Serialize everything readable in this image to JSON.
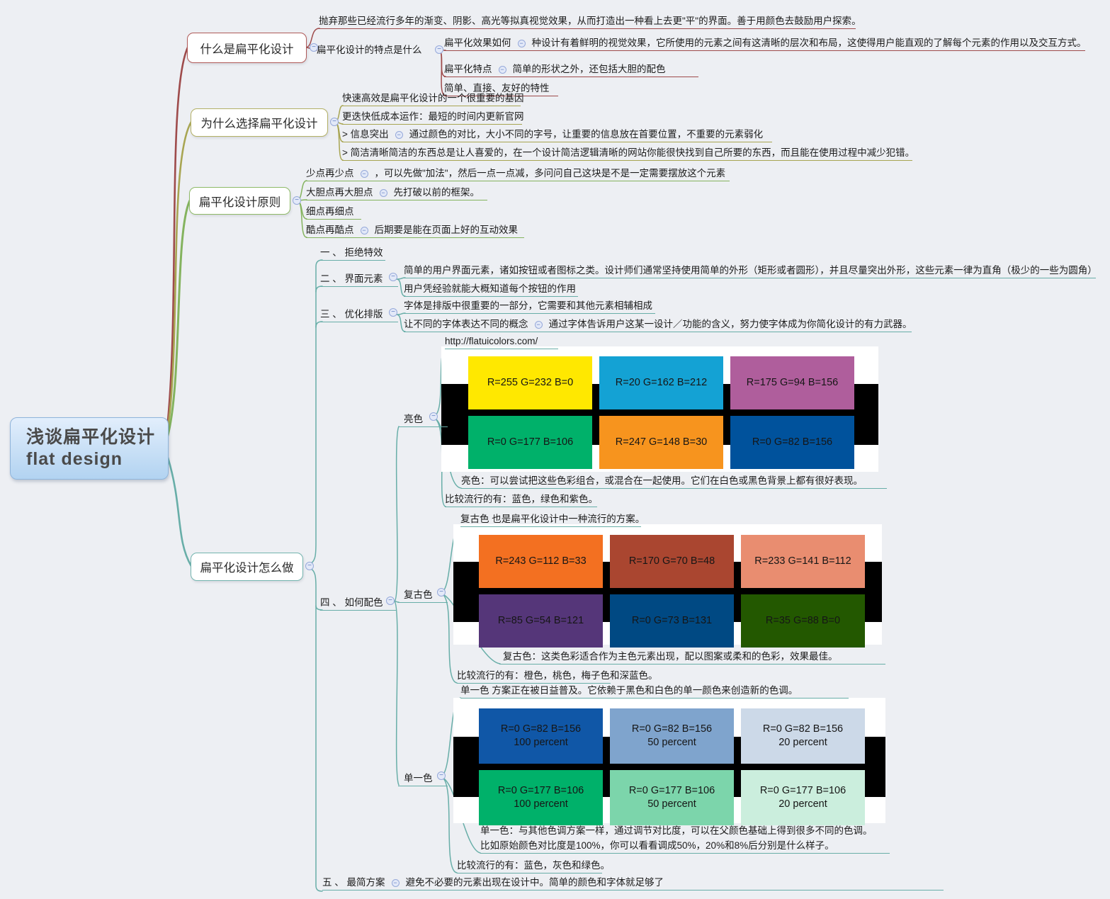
{
  "root": {
    "line1": "浅谈扁平化设计",
    "line2": "flat design"
  },
  "b1": {
    "node": "什么是扁平化设计",
    "summary": "抛弃那些已经流行多年的渐变、阴影、高光等拟真视觉效果，从而打造出一种看上去更\"平\"的界面。善于用颜色去鼓励用户探索。",
    "features_label": "扁平化设计的特点是什么",
    "t2_label": "扁平化效果如何",
    "t2_rest": "种设计有着鲜明的视觉效果，它所使用的元素之间有这清晰的层次和布局，这使得用户能直观的了解每个元素的作用以及交互方式。",
    "t3_label": "扁平化特点",
    "t3_rest": "简单的形状之外，还包括大胆的配色",
    "t4": "简单、直接、友好的特性"
  },
  "b2": {
    "node": "为什么选择扁平化设计",
    "c1": "快速高效是扁平化设计的一个很重要的基因",
    "c2": "更迭快低成本运作：最短的时间内更新官网",
    "c3_label": "> 信息突出",
    "c3_rest": "通过颜色的对比，大小不同的字号，让重要的信息放在首要位置，不重要的元素弱化",
    "c4": "> 简洁清晰简洁的东西总是让人喜爱的，在一个设计简洁逻辑清晰的网站你能很快找到自己所要的东西，而且能在使用过程中减少犯错。"
  },
  "b3": {
    "node": "扁平化设计原则",
    "c1_label": "少点再少点",
    "c1_rest": "，可以先做\"加法\"，然后一点一点减，多问问自己这块是不是一定需要摆放这个元素",
    "c2_label": "大胆点再大胆点",
    "c2_rest": "先打破以前的框架。",
    "c3": "细点再细点",
    "c4_label": "酷点再酷点",
    "c4_rest": "后期要是能在页面上好的互动效果"
  },
  "b4": {
    "node": "扁平化设计怎么做",
    "i1": "一 、 拒绝特效",
    "i2": "二 、 界面元素",
    "i2c1": "简单的用户界面元素，诸如按钮或者图标之类。设计师们通常坚持使用简单的外形（矩形或者圆形），并且尽量突出外形，这些元素一律为直角（极少的一些为圆角）",
    "i2c2": "用户凭经验就能大概知道每个按钮的作用",
    "i3": "三 、 优化排版",
    "i3c1": "字体是排版中很重要的一部分，它需要和其他元素相辅相成",
    "i3c2_label": "让不同的字体表达不同的概念",
    "i3c2_rest": "通过字体告诉用户这某一设计／功能的含义，努力使字体成为你简化设计的有力武器。",
    "i4": "四 、 如何配色",
    "i5_label": "五 、 最简方案",
    "i5_rest": "避免不必要的元素出现在设计中。简单的颜色和字体就足够了",
    "bright": {
      "node": "亮色",
      "url": "http://flatuicolors.com/",
      "caption": "亮色：可以尝试把这些色彩组合，或混合在一起使用。它们在白色或黑色背景上都有很好表现。",
      "popular": "比较流行的有：蓝色，绿色和紫色。"
    },
    "retro": {
      "node": "复古色",
      "intro": "复古色 也是扁平化设计中一种流行的方案。",
      "caption": "复古色：这类色彩适合作为主色元素出现，配以图案或柔和的色彩，效果最佳。",
      "popular": "比较流行的有：橙色，桃色，梅子色和深蓝色。"
    },
    "mono": {
      "node": "单一色",
      "intro": "单一色 方案正在被日益普及。它依赖于黑色和白色的单一颜色来创造新的色调。",
      "caption1": "单一色：与其他色调方案一样，通过调节对比度，可以在父颜色基础上得到很多不同的色调。",
      "caption2": "比如原始颜色对比度是100%，你可以看看调成50%，20%和8%后分别是什么样子。",
      "popular": "比较流行的有：蓝色，灰色和绿色。"
    }
  },
  "palettes": [
    {
      "id": "bright",
      "tiles": [
        {
          "hex": "#ffe800",
          "lines": [
            "R=255 G=232 B=0"
          ]
        },
        {
          "hex": "#14a2d4",
          "lines": [
            "R=20 G=162 B=212"
          ]
        },
        {
          "hex": "#af5e9c",
          "lines": [
            "R=175 G=94 B=156"
          ]
        },
        {
          "hex": "#00b16a",
          "lines": [
            "R=0 G=177 B=106"
          ]
        },
        {
          "hex": "#f7941e",
          "lines": [
            "R=247 G=148 B=30"
          ]
        },
        {
          "hex": "#00529c",
          "lines": [
            "R=0 G=82 B=156"
          ]
        }
      ]
    },
    {
      "id": "retro",
      "tiles": [
        {
          "hex": "#f37021",
          "lines": [
            "R=243 G=112 B=33"
          ]
        },
        {
          "hex": "#aa4630",
          "lines": [
            "R=170 G=70 B=48"
          ]
        },
        {
          "hex": "#e98d70",
          "lines": [
            "R=233 G=141 B=112"
          ]
        },
        {
          "hex": "#553679",
          "lines": [
            "R=85 G=54 B=121"
          ]
        },
        {
          "hex": "#004983",
          "lines": [
            "R=0 G=73 B=131"
          ]
        },
        {
          "hex": "#235800",
          "lines": [
            "R=35 G=88 B=0"
          ]
        }
      ]
    },
    {
      "id": "mono",
      "tiles": [
        {
          "hex": "#1057a7",
          "lines": [
            "R=0 G=82 B=156",
            "100 percent"
          ]
        },
        {
          "hex": "#7fa4cd",
          "lines": [
            "R=0 G=82 B=156",
            "50 percent"
          ]
        },
        {
          "hex": "#ccd9e8",
          "lines": [
            "R=0 G=82 B=156",
            "20 percent"
          ]
        },
        {
          "hex": "#00b16a",
          "lines": [
            "R=0 G=177 B=106",
            "100 percent"
          ]
        },
        {
          "hex": "#7cd5ab",
          "lines": [
            "R=0 G=177 B=106",
            "50 percent"
          ]
        },
        {
          "hex": "#cbeedd",
          "lines": [
            "R=0 G=177 B=106",
            "20 percent"
          ]
        }
      ]
    }
  ],
  "colors": {
    "branch_what": "#9e4b4b",
    "branch_why": "#a8a552",
    "branch_principles": "#84b35e",
    "branch_how": "#68aea8",
    "root_fill_top": "#e2eefc",
    "root_fill_bottom": "#b2d3f1"
  }
}
